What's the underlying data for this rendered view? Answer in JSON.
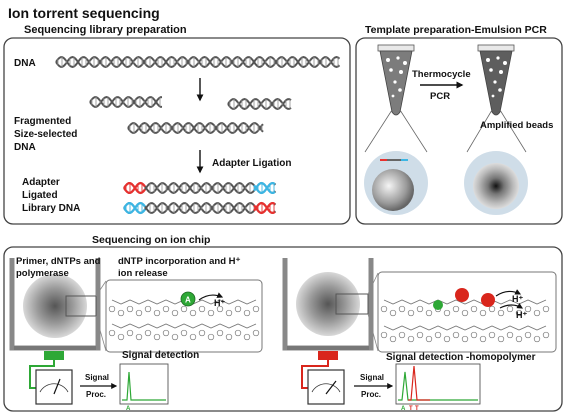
{
  "title": "Ion torrent sequencing",
  "library": {
    "heading": "Sequencing library  preparation",
    "dna_label": "DNA",
    "fragmented_label": [
      "Fragmented",
      "Size-selected",
      "DNA"
    ],
    "adapter_ligation_label": "Adapter Ligation",
    "library_label": [
      "Adapter",
      "Ligated",
      "Library DNA"
    ]
  },
  "emulsion": {
    "heading": "Template preparation-Emulsion  PCR",
    "thermocycle_label": "Thermocycle",
    "pcr_label": "PCR",
    "amplified_label": "Amplified beads"
  },
  "chip": {
    "heading": "Sequencing on ion chip",
    "left": {
      "reagents_label": [
        "Primer, dNTPs and",
        "polymerase"
      ],
      "incorporation_label": [
        "dNTP incorporation and H⁺",
        "ion release"
      ],
      "proton": "H⁺",
      "base": "A",
      "signal_label": "Signal detection",
      "proc_label": [
        "Signal",
        "Proc."
      ],
      "trace_base": "A"
    },
    "right": {
      "signal_label": "Signal detection -homopolymer",
      "proc_label": [
        "Signal",
        "Proc."
      ],
      "proton": "H⁺",
      "trace_bases": [
        "A",
        "T",
        "T"
      ]
    }
  },
  "colors": {
    "strand_dark": "#555555",
    "adapter_red": "#e8312f",
    "adapter_blue": "#3cb6e4",
    "green": "#2ea836",
    "red": "#d9261c",
    "panel_border": "#444444"
  }
}
